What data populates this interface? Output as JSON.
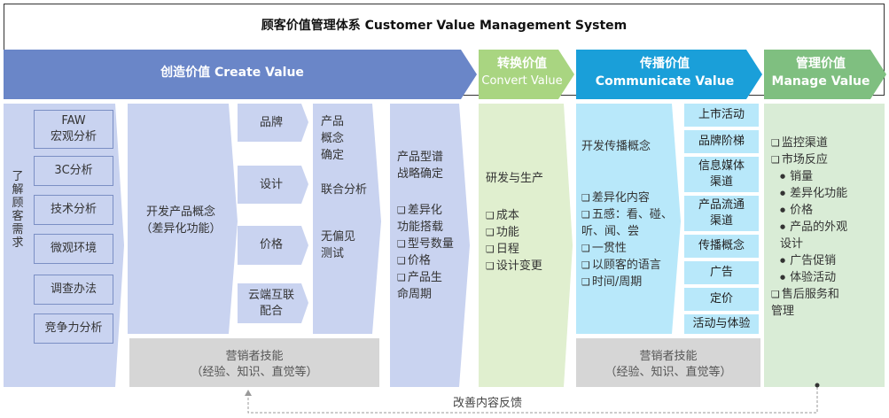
{
  "title": "顾客价值管理体系 Customer Value Management System",
  "stages": {
    "create": {
      "zh": "创造价值",
      "en": "Create Value"
    },
    "convert": {
      "zh": "转换价值",
      "en": "Convert Value"
    },
    "communicate": {
      "zh": "传播价值",
      "en": "Communicate Value"
    },
    "manage": {
      "zh": "管理价值",
      "en": "Manage Value"
    }
  },
  "create_panel": {
    "understand_needs": [
      "了",
      "解",
      "顾",
      "客",
      "需",
      "求"
    ],
    "research_items": [
      "FAW\n宏观分析",
      "3C分析",
      "技术分析",
      "微观环境",
      "调查办法",
      "竞争力分析"
    ],
    "develop_concept": "开发产品概念\n（差异化功能）",
    "concept_items": [
      "品牌",
      "设计",
      "价格",
      "云端互联\n配合"
    ],
    "confirm": [
      "产品\n概念\n确定",
      "联合分析",
      "无偏见\n测试"
    ],
    "strategy_title": "产品型谱\n战略确定",
    "strategy_items": [
      "差异化\n功能搭载",
      "型号数量",
      "价格",
      "产品生\n命周期"
    ],
    "marketer_skills": "营销者技能",
    "marketer_skills_detail": "（经验、知识、直觉等）"
  },
  "convert_panel": {
    "title": "研发与生产",
    "items": [
      "成本",
      "功能",
      "日程",
      "设计变更"
    ]
  },
  "communicate_panel": {
    "title": "开发传播概念",
    "items": [
      "差异化内容",
      "五感：看、碰、\n听、闻、尝",
      "一贯性",
      "以顾客的语言",
      "时间/周期"
    ],
    "channels": [
      "上市活动",
      "品牌阶梯",
      "信息媒体\n渠道",
      "产品流通\n渠道",
      "传播概念",
      "广告",
      "定价",
      "活动与体验"
    ],
    "marketer_skills": "营销者技能",
    "marketer_skills_detail": "（经验、知识、直觉等）"
  },
  "manage_panel": {
    "item1": "监控渠道",
    "item2": "市场反应",
    "sub_items": [
      "销量",
      "差异化功能",
      "价格",
      "产品的外观\n设计",
      "广告促销",
      "体验活动"
    ],
    "item3": "售后服务和\n管理"
  },
  "feedback": "改善内容反馈",
  "colors": {
    "create": "#6a86c8",
    "convert": "#a9d581",
    "communicate": "#1a9fd9",
    "manage": "#7fbf80"
  }
}
